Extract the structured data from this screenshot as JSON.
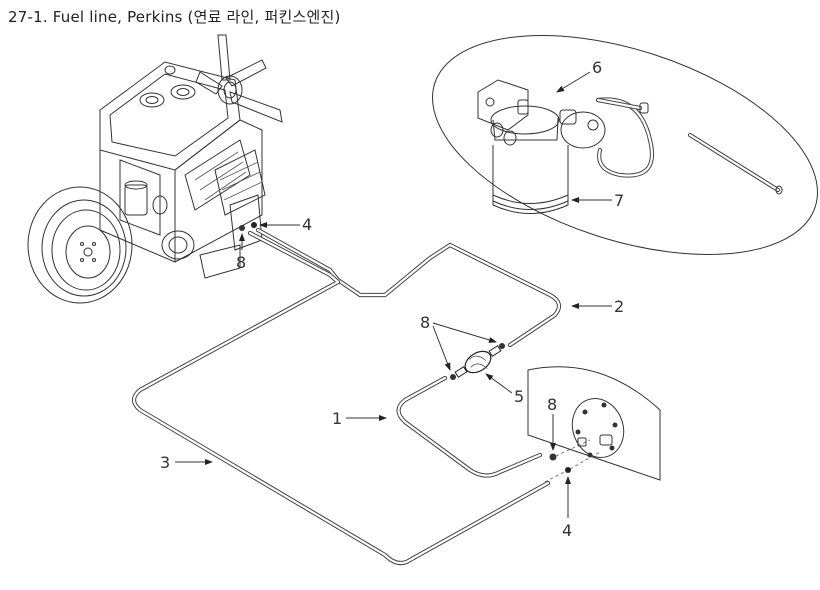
{
  "title": "27-1. Fuel line, Perkins (연료 라인, 퍼킨스엔진)",
  "diagram": {
    "type": "exploded-parts-view",
    "components": [
      {
        "id": "engine",
        "label": "Perkins engine"
      },
      {
        "id": "filter-detail",
        "label": "Fuel filter detail (inset ellipse)"
      },
      {
        "id": "tank-plate",
        "label": "Fuel tank sender plate"
      },
      {
        "id": "primer-bulb",
        "label": "Priming pump bulb"
      }
    ],
    "callouts": [
      {
        "number": "1",
        "part": "fuel line"
      },
      {
        "number": "2",
        "part": "fuel line"
      },
      {
        "number": "3",
        "part": "fuel line"
      },
      {
        "number": "4",
        "part": "fitting (engine side)"
      },
      {
        "number": "4",
        "part": "fitting (tank side)"
      },
      {
        "number": "5",
        "part": "priming pump"
      },
      {
        "number": "6",
        "part": "fuel filter head"
      },
      {
        "number": "7",
        "part": "fuel filter element"
      },
      {
        "number": "8",
        "part": "clamp (engine side)"
      },
      {
        "number": "8",
        "part": "clamps (priming pump)"
      },
      {
        "number": "8",
        "part": "clamp (tank side)"
      }
    ]
  }
}
